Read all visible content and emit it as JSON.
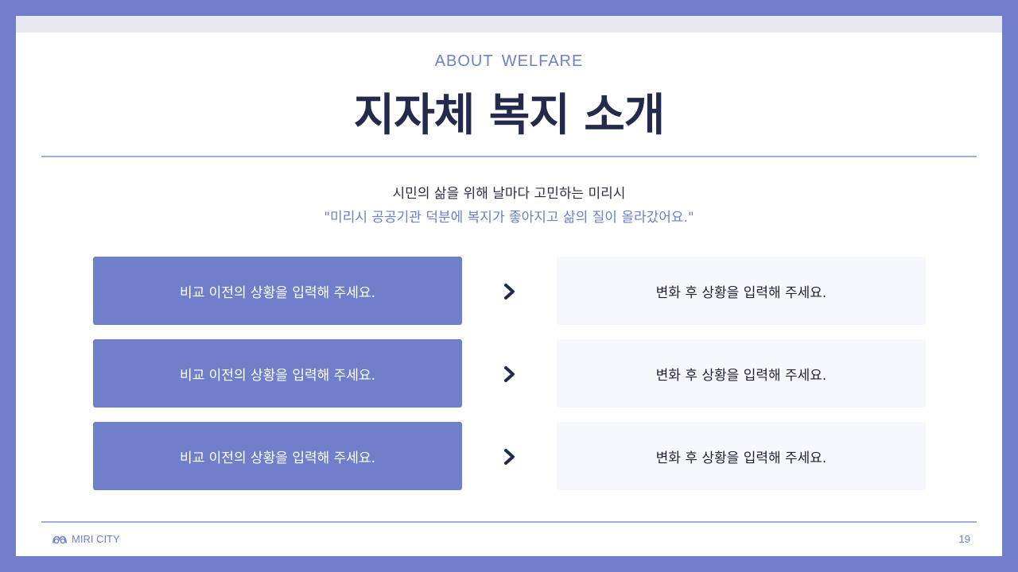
{
  "header": {
    "eyebrow": "ABOUT  WELFARE",
    "title": "지자체 복지 소개"
  },
  "intro": {
    "subtitle": "시민의 삶을 위해 날마다 고민하는 미리시",
    "quote": "\"미리시 공공기관 덕분에 복지가 좋아지고 삶의 질이 올라갔어요.\""
  },
  "comparisons": [
    {
      "before": "비교 이전의 상황을 입력해 주세요.",
      "after": "변화 후 상황을 입력해 주세요."
    },
    {
      "before": "비교 이전의 상황을 입력해 주세요.",
      "after": "변화 후 상황을 입력해 주세요."
    },
    {
      "before": "비교 이전의 상황을 입력해 주세요.",
      "after": "변화 후 상황을 입력해 주세요."
    }
  ],
  "icons": {
    "arrow": "chevron-right-icon",
    "logo": "miri-city-logo-icon"
  },
  "footer": {
    "brand": "MIRI CITY",
    "page_number": "19"
  },
  "colors": {
    "accent": "#6f7fc9",
    "title": "#232a4b",
    "before_box": "#6f7fc9",
    "after_box": "#f6f6fd",
    "frame": "#6f7fc9"
  }
}
